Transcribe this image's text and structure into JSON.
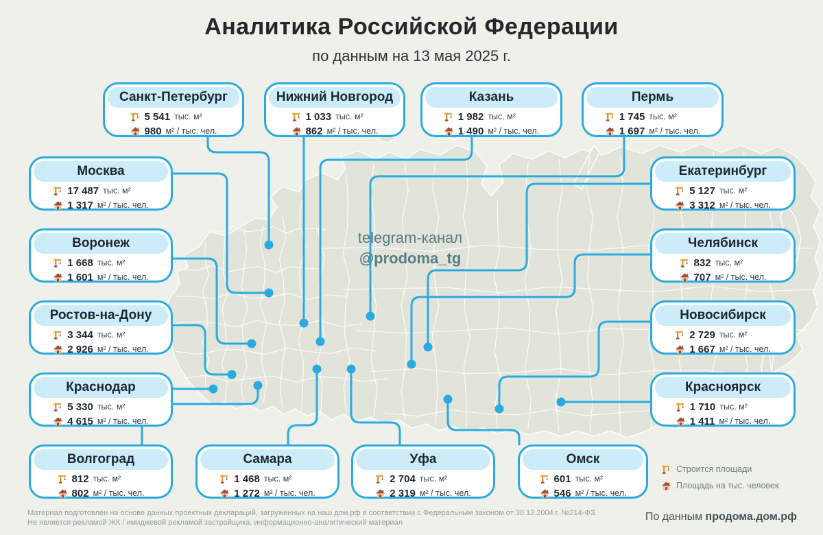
{
  "header": {
    "title": "Аналитика Российской Федерации",
    "subtitle": "по данным на 13 мая 2025 г."
  },
  "watermark": {
    "line1": "telegram-канал",
    "line2": "@prodoma_tg"
  },
  "units": {
    "building": "тыс. м²",
    "per_capita": "м² / тыс. чел."
  },
  "cards": [
    {
      "id": "spb",
      "name": "Санкт-Петербург",
      "building": "5 541",
      "per_capita": "980"
    },
    {
      "id": "nn",
      "name": "Нижний Новгород",
      "building": "1 033",
      "per_capita": "862"
    },
    {
      "id": "kazan",
      "name": "Казань",
      "building": "1 982",
      "per_capita": "1 490"
    },
    {
      "id": "perm",
      "name": "Пермь",
      "building": "1 745",
      "per_capita": "1 697"
    },
    {
      "id": "moscow",
      "name": "Москва",
      "building": "17 487",
      "per_capita": "1 317"
    },
    {
      "id": "voronezh",
      "name": "Воронеж",
      "building": "1 668",
      "per_capita": "1 601"
    },
    {
      "id": "rostov",
      "name": "Ростов-на-Дону",
      "building": "3 344",
      "per_capita": "2 926"
    },
    {
      "id": "krasnodar",
      "name": "Краснодар",
      "building": "5 330",
      "per_capita": "4 615"
    },
    {
      "id": "ekb",
      "name": "Екатеринбург",
      "building": "5 127",
      "per_capita": "3 312"
    },
    {
      "id": "chelyabinsk",
      "name": "Челябинск",
      "building": "832",
      "per_capita": "707"
    },
    {
      "id": "novosibirsk",
      "name": "Новосибирск",
      "building": "2 729",
      "per_capita": "1 667"
    },
    {
      "id": "krasnoyarsk",
      "name": "Красноярск",
      "building": "1 710",
      "per_capita": "1 411"
    },
    {
      "id": "volgograd",
      "name": "Волгоград",
      "building": "812",
      "per_capita": "802"
    },
    {
      "id": "samara",
      "name": "Самара",
      "building": "1 468",
      "per_capita": "1 272"
    },
    {
      "id": "ufa",
      "name": "Уфа",
      "building": "2 704",
      "per_capita": "2 319"
    },
    {
      "id": "omsk",
      "name": "Омск",
      "building": "601",
      "per_capita": "546"
    }
  ],
  "legend": [
    {
      "icon": "crane-icon",
      "label": "Строится площади"
    },
    {
      "icon": "house-icon",
      "label": "Площадь на тыс. человек"
    }
  ],
  "footer": {
    "line1": "Материал подготовлен на основе данных проектных деклараций, загруженных на наш.дом.рф в соответствии с Федеральным законом от 30.12.2004 г. №214-ФЗ.",
    "line2": "Не является рекламой ЖК / имиджевой рекламой застройщика, информационно-аналитический материал",
    "source_prefix": "По данным",
    "source_name": "продома.дом.рф"
  },
  "colors": {
    "accent": "#29abe2",
    "card_header_bg": "#cdecfa",
    "map_land": "#e2e4da",
    "background": "#eef0e9",
    "watermark_text": "#567e86"
  }
}
